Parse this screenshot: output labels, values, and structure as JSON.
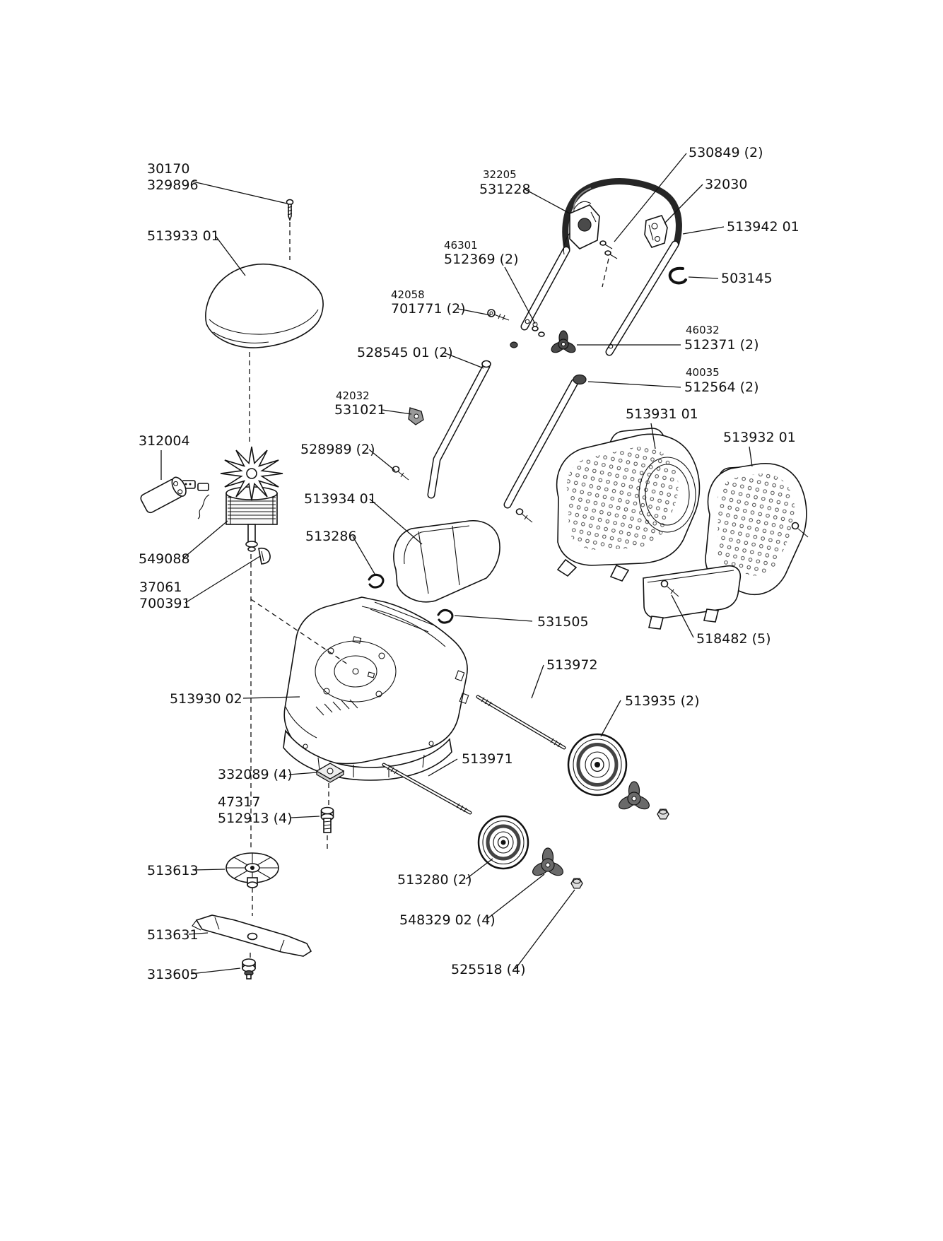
{
  "diagram": {
    "type": "exploded-parts-diagram",
    "subject": "electric-lawn-mower",
    "colors": {
      "line": "#111111",
      "background": "#ffffff",
      "dark_part": "#4a4a4a"
    },
    "labels": {
      "p30170": "30170",
      "p329896": "329896",
      "p513933_01": "513933 01",
      "p32205": "32205",
      "p531228": "531228",
      "p530849": "530849 (2)",
      "p32030": "32030",
      "p513942_01": "513942 01",
      "p503145": "503145",
      "p46301": "46301",
      "p512369": "512369 (2)",
      "p42058": "42058",
      "p701771": "701771 (2)",
      "p528545_01": "528545 01 (2)",
      "p46032": "46032",
      "p512371": "512371 (2)",
      "p40035": "40035",
      "p512564": "512564 (2)",
      "p42032": "42032",
      "p531021": "531021",
      "p513931_01": "513931 01",
      "p513932_01": "513932 01",
      "p312004": "312004",
      "p528989": "528989 (2)",
      "p513934_01": "513934 01",
      "p513286": "513286",
      "p549088": "549088",
      "p37061": "37061",
      "p700391": "700391",
      "p531505": "531505",
      "p518482": "518482 (5)",
      "p513972": "513972",
      "p513935": "513935 (2)",
      "p513930_02": "513930 02",
      "p332089": "332089 (4)",
      "p47317": "47317",
      "p512913": "512913 (4)",
      "p513971": "513971",
      "p513613": "513613",
      "p513280": "513280 (2)",
      "p548329_02": "548329 02 (4)",
      "p513631": "513631",
      "p313605": "313605",
      "p525518": "525518 (4)"
    }
  }
}
